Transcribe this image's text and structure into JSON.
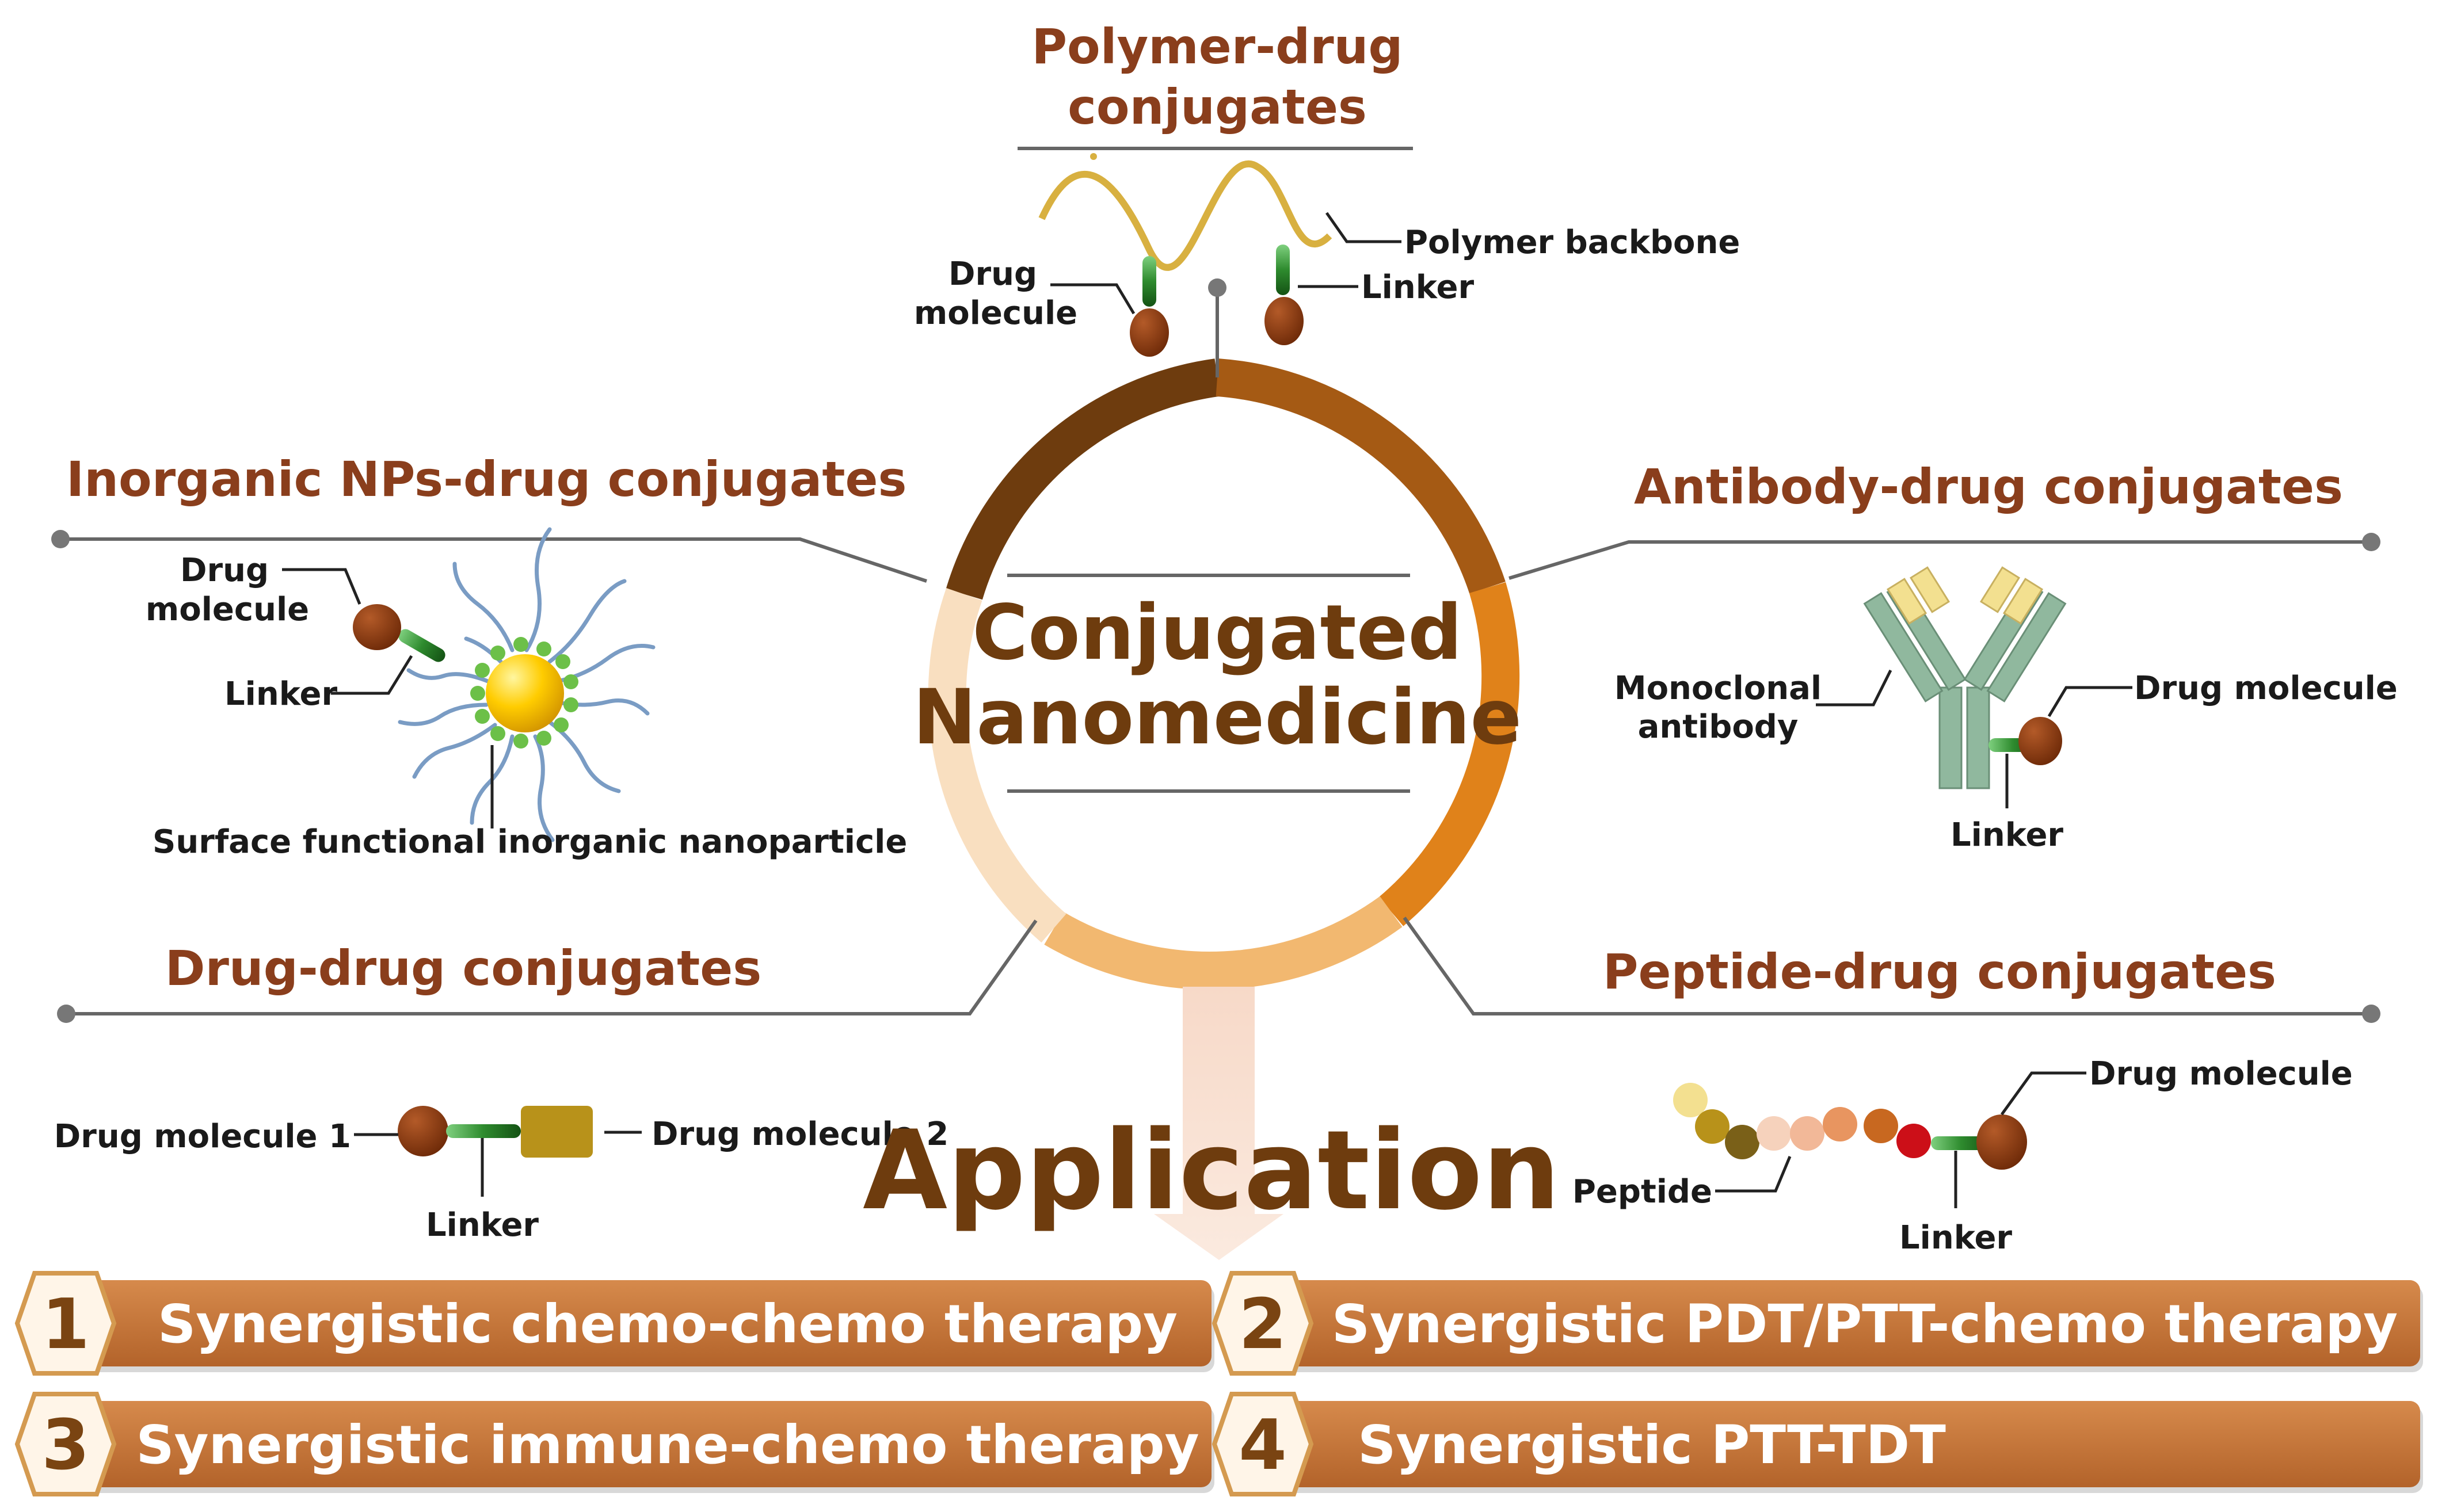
{
  "center": {
    "line1": "Conjugated",
    "line2": "Nanomedicine"
  },
  "application_title": "Application",
  "sections": {
    "polymer": {
      "title_line1": "Polymer-drug",
      "title_line2": "conjugates",
      "labels": {
        "drug_line1": "Drug",
        "drug_line2": "molecule",
        "backbone": "Polymer backbone",
        "linker": "Linker"
      }
    },
    "inorganic": {
      "title": "Inorganic NPs-drug conjugates",
      "labels": {
        "drug_line1": "Drug",
        "drug_line2": "molecule",
        "linker": "Linker",
        "surface": "Surface functional inorganic nanoparticle"
      }
    },
    "antibody": {
      "title": "Antibody-drug conjugates",
      "labels": {
        "mab_line1": "Monoclonal",
        "mab_line2": "antibody",
        "drug": "Drug molecule",
        "linker": "Linker"
      }
    },
    "drugdrug": {
      "title": "Drug-drug conjugates",
      "labels": {
        "drug1": "Drug molecule 1",
        "drug2": "Drug molecule 2",
        "linker": "Linker"
      }
    },
    "peptide": {
      "title": "Peptide-drug conjugates",
      "labels": {
        "drug": "Drug molecule",
        "peptide": "Peptide",
        "linker": "Linker"
      }
    }
  },
  "applications": [
    {
      "number": "1",
      "label": "Synergistic chemo-chemo therapy"
    },
    {
      "number": "2",
      "label": "Synergistic PDT/PTT-chemo therapy"
    },
    {
      "number": "3",
      "label": "Synergistic immune-chemo therapy"
    },
    {
      "number": "4",
      "label": "Synergistic PTT-TDT"
    }
  ],
  "colors": {
    "ring_segments": [
      "#6e3c0e",
      "#a55a14",
      "#e0821a",
      "#f2b870",
      "#f9dfc0"
    ],
    "drug_brown": "#8b3a12",
    "linker_green": "#2e8b2e",
    "bar_color": "#c8763a",
    "title_color": "#8a3e1c"
  }
}
